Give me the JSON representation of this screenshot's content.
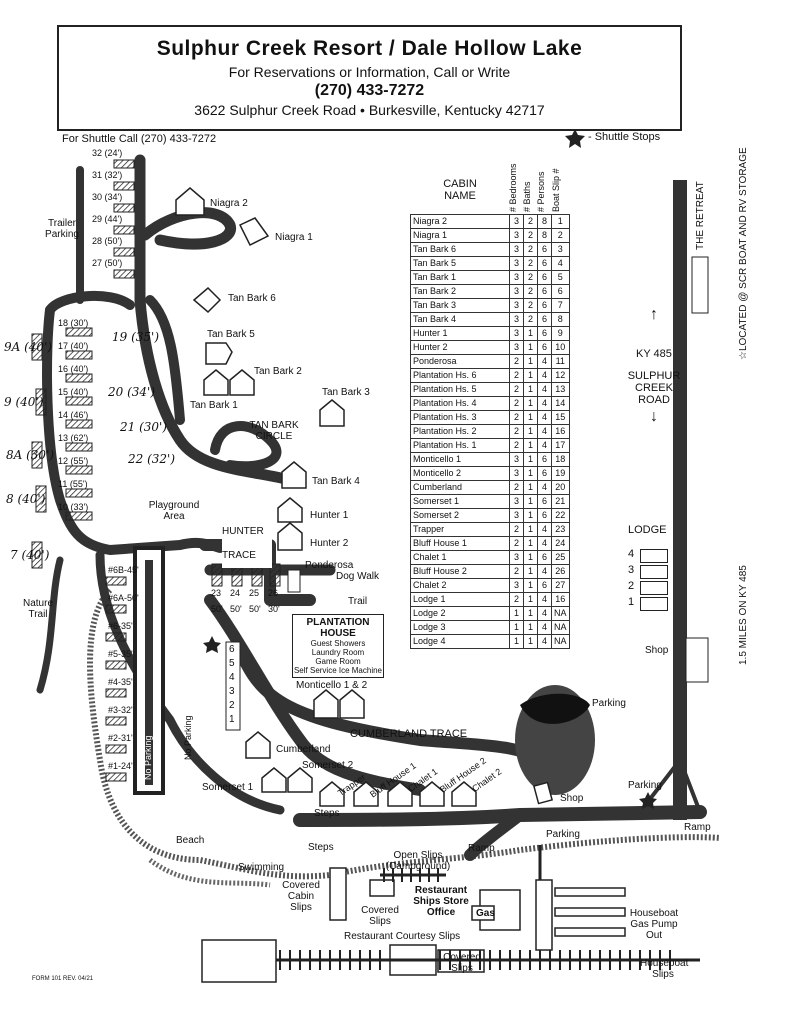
{
  "header": {
    "title": "Sulphur Creek Resort / Dale Hollow Lake",
    "reservations": "For Reservations or Information, Call or Write",
    "phone": "(270) 433-7272",
    "address": "3622 Sulphur Creek Road • Burkesville, Kentucky 42717"
  },
  "shuttle_call": "For Shuttle Call (270) 433-7272",
  "shuttle_legend": "- Shuttle Stops",
  "table": {
    "name_header": "CABIN NAME",
    "col_headers": [
      "# Bedrooms",
      "# Baths",
      "# Persons",
      "Boat Slip #"
    ],
    "rows": [
      [
        "Niagra 2",
        "3",
        "2",
        "8",
        "1"
      ],
      [
        "Niagra 1",
        "3",
        "2",
        "8",
        "2"
      ],
      [
        "Tan Bark 6",
        "3",
        "2",
        "6",
        "3"
      ],
      [
        "Tan Bark 5",
        "3",
        "2",
        "6",
        "4"
      ],
      [
        "Tan Bark 1",
        "3",
        "2",
        "6",
        "5"
      ],
      [
        "Tan Bark 2",
        "3",
        "2",
        "6",
        "6"
      ],
      [
        "Tan Bark 3",
        "3",
        "2",
        "6",
        "7"
      ],
      [
        "Tan Bark 4",
        "3",
        "2",
        "6",
        "8"
      ],
      [
        "Hunter 1",
        "3",
        "1",
        "6",
        "9"
      ],
      [
        "Hunter 2",
        "3",
        "1",
        "6",
        "10"
      ],
      [
        "Ponderosa",
        "2",
        "1",
        "4",
        "11"
      ],
      [
        "Plantation Hs. 6",
        "2",
        "1",
        "4",
        "12"
      ],
      [
        "Plantation Hs. 5",
        "2",
        "1",
        "4",
        "13"
      ],
      [
        "Plantation Hs. 4",
        "2",
        "1",
        "4",
        "14"
      ],
      [
        "Plantation Hs. 3",
        "2",
        "1",
        "4",
        "15"
      ],
      [
        "Plantation Hs. 2",
        "2",
        "1",
        "4",
        "16"
      ],
      [
        "Plantation Hs. 1",
        "2",
        "1",
        "4",
        "17"
      ],
      [
        "Monticello 1",
        "3",
        "1",
        "6",
        "18"
      ],
      [
        "Monticello 2",
        "3",
        "1",
        "6",
        "19"
      ],
      [
        "Cumberland",
        "2",
        "1",
        "4",
        "20"
      ],
      [
        "Somerset 1",
        "3",
        "1",
        "6",
        "21"
      ],
      [
        "Somerset 2",
        "3",
        "1",
        "6",
        "22"
      ],
      [
        "Trapper",
        "2",
        "1",
        "4",
        "23"
      ],
      [
        "Bluff House 1",
        "2",
        "1",
        "4",
        "24"
      ],
      [
        "Chalet 1",
        "3",
        "1",
        "6",
        "25"
      ],
      [
        "Bluff House 2",
        "2",
        "1",
        "4",
        "26"
      ],
      [
        "Chalet 2",
        "3",
        "1",
        "6",
        "27"
      ],
      [
        "Lodge 1",
        "2",
        "1",
        "4",
        "16"
      ],
      [
        "Lodge 2",
        "1",
        "1",
        "4",
        "NA"
      ],
      [
        "Lodge 3",
        "1",
        "1",
        "4",
        "NA"
      ],
      [
        "Lodge 4",
        "1",
        "1",
        "4",
        "NA"
      ]
    ]
  },
  "labels": {
    "the_retreat": "THE RETREAT",
    "storage": "☆LOCATED @ SCR BOAT AND RV STORAGE",
    "ky485": "KY 485",
    "sulphur_creek_road": "SULPHUR CREEK ROAD",
    "miles": "1.5 MILES ON KY 485",
    "lodge": "LODGE",
    "lodge_nums": [
      "4",
      "3",
      "2",
      "1"
    ],
    "shop": "Shop",
    "parking": "Parking",
    "ramp": "Ramp",
    "niagra2": "Niagra 2",
    "niagra1": "Niagra 1",
    "tanbark6": "Tan Bark 6",
    "tanbark5": "Tan Bark 5",
    "tanbark2": "Tan Bark 2",
    "tanbark1": "Tan Bark 1",
    "tanbark3": "Tan Bark 3",
    "tanbark4": "Tan Bark 4",
    "tanbark_circle": "TAN BARK CIRCLE",
    "hunter1": "Hunter 1",
    "hunter2": "Hunter 2",
    "hunter_trace": "HUNTER TRACE",
    "ponderosa": "Ponderosa",
    "dog_walk": "Dog Walk",
    "trail": "Trail",
    "trailer_parking": "Trailer Parking",
    "playground": "Playground Area",
    "nature_trail": "Nature Trail",
    "no_parking": "No Parking",
    "plantation_title": "PLANTATION HOUSE",
    "plantation_lines": [
      "Guest Showers",
      "Laundry Room",
      "Game Room",
      "Self Service Ice Machine"
    ],
    "monticello": "Monticello 1 & 2",
    "cumberland_trace": "CUMBERLAND TRACE",
    "cumberland": "Cumberland",
    "somerset2": "Somerset 2",
    "somerset1": "Somerset 1",
    "trapper": "Trapper",
    "bluff1": "Bluff House 1",
    "chalet1": "Chalet 1",
    "bluff2": "Bluff House 2",
    "chalet2": "Chalet 2",
    "steps": "Steps",
    "beach": "Beach",
    "swimming": "Swimming",
    "open_slips": "Open Slips (Campground)",
    "covered_cabin_slips": "Covered Cabin Slips",
    "covered_slips": "Covered Slips",
    "restaurant": "Restaurant Ships Store Office",
    "gas": "Gas",
    "houseboat_gas": "Houseboat Gas Pump Out",
    "courtesy_slips": "Restaurant Courtesy Slips",
    "houseboat_slips": "Houseboat Slips",
    "form": "FORM 101 REV. 04/21"
  },
  "rv_sites": [
    "32 (24')",
    "31 (32')",
    "30 (34')",
    "29 (44')",
    "28 (50')",
    "27 (50')"
  ],
  "left_sites": [
    "18 (30')",
    "17 (40')",
    "16 (40')",
    "15 (40')",
    "14 (46')",
    "13 (62')",
    "12 (55')",
    "11 (55')",
    "10 (33')"
  ],
  "hash_sites": [
    "#6B-45'",
    "#6A-50'",
    "#6-35'",
    "#5-35'",
    "#4-35'",
    "#3-32'",
    "#2-31'",
    "#1-24'"
  ],
  "hand_notes": [
    "9A (40')",
    "9 (40')",
    "8A (30')",
    "8 (40')",
    "7 (40')",
    "19 (35')",
    "20 (34')",
    "21 (30')",
    "22 (32')"
  ],
  "plantation_nums": [
    "6",
    "5",
    "4",
    "3",
    "2",
    "1"
  ],
  "row_sites": [
    "23",
    "24",
    "25",
    "26"
  ],
  "row_lens": [
    "50'",
    "50'",
    "50'",
    "30'"
  ]
}
